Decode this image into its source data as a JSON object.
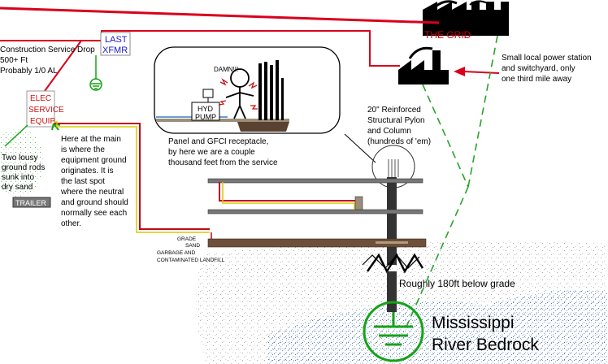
{
  "labels": {
    "the_grid": "THE GRID",
    "construction_line1": "Construction Service Drop",
    "construction_line2": "500+ Ft",
    "construction_line3": "Probably 1/0 AL",
    "xfmr_line1": "LAST",
    "xfmr_line2": "XFMR",
    "elec_line1": "ELEC",
    "elec_line2": "SERVICE",
    "elec_line3": "EQUIP",
    "ground_rods_line1": "Two lousy",
    "ground_rods_line2": "ground rods",
    "ground_rods_line3": "sunk into",
    "ground_rods_line4": "dry sand",
    "trailer": "TRAILER",
    "main_note_line1": "Here at the main",
    "main_note_line2": "is where the",
    "main_note_line3": "equipment ground",
    "main_note_line4": "originates. It is",
    "main_note_line5": "the last spot",
    "main_note_line6": "where the neutral",
    "main_note_line7": "and ground should",
    "main_note_line8": "normally see each",
    "main_note_line9": "other.",
    "damn": "DAMN!!!",
    "hyd_line1": "HYD",
    "hyd_line2": "PUMP",
    "panel_line1": "Panel and GFCI receptacle,",
    "panel_line2": "by here we are a couple",
    "panel_line3": "thousand feet from the service",
    "pylon_line1": "20\" Reinforced",
    "pylon_line2": "Structural Pylon",
    "pylon_line3": "and Column",
    "pylon_line4": "(hundreds of 'em)",
    "station_line1": "Small local power station",
    "station_line2": "and switchyard, only",
    "station_line3": "one third mile away",
    "grade": "GRADE",
    "sand": "SAND",
    "garbage_line1": "GARBAGE AND",
    "garbage_line2": "CONTAMINATED LANDFILL",
    "depth_note": "Roughly 180ft below grade",
    "bedrock_line1": "Mississippi",
    "bedrock_line2": "River Bedrock"
  },
  "colors": {
    "power_line": "#d8001c",
    "ground_line": "#2aa22a",
    "ground_symbol": "#16a316",
    "xfmr_text": "#1a1acc",
    "elec_text": "#cc1111",
    "bedrock_dots": "#1f5fb0",
    "pylon": "#333333"
  }
}
